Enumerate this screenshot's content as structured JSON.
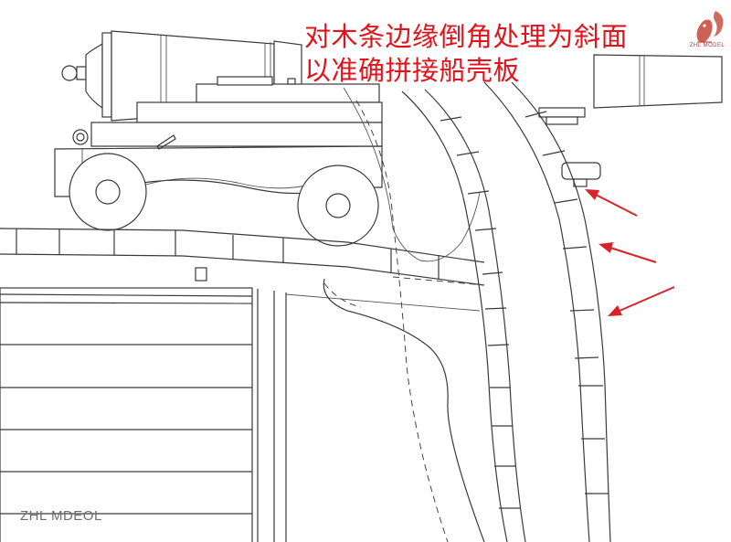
{
  "caption": {
    "line1": "对木条边缘倒角处理为斜面",
    "line2": "以准确拼接船壳板"
  },
  "watermark": "ZHL MDEOL",
  "logo": {
    "text": "ZHL MODEL",
    "icon": "squirrel-logo-icon",
    "color": "#c0392b"
  },
  "colors": {
    "annotation": "#e3131b",
    "lines": "#3a3a3a"
  }
}
